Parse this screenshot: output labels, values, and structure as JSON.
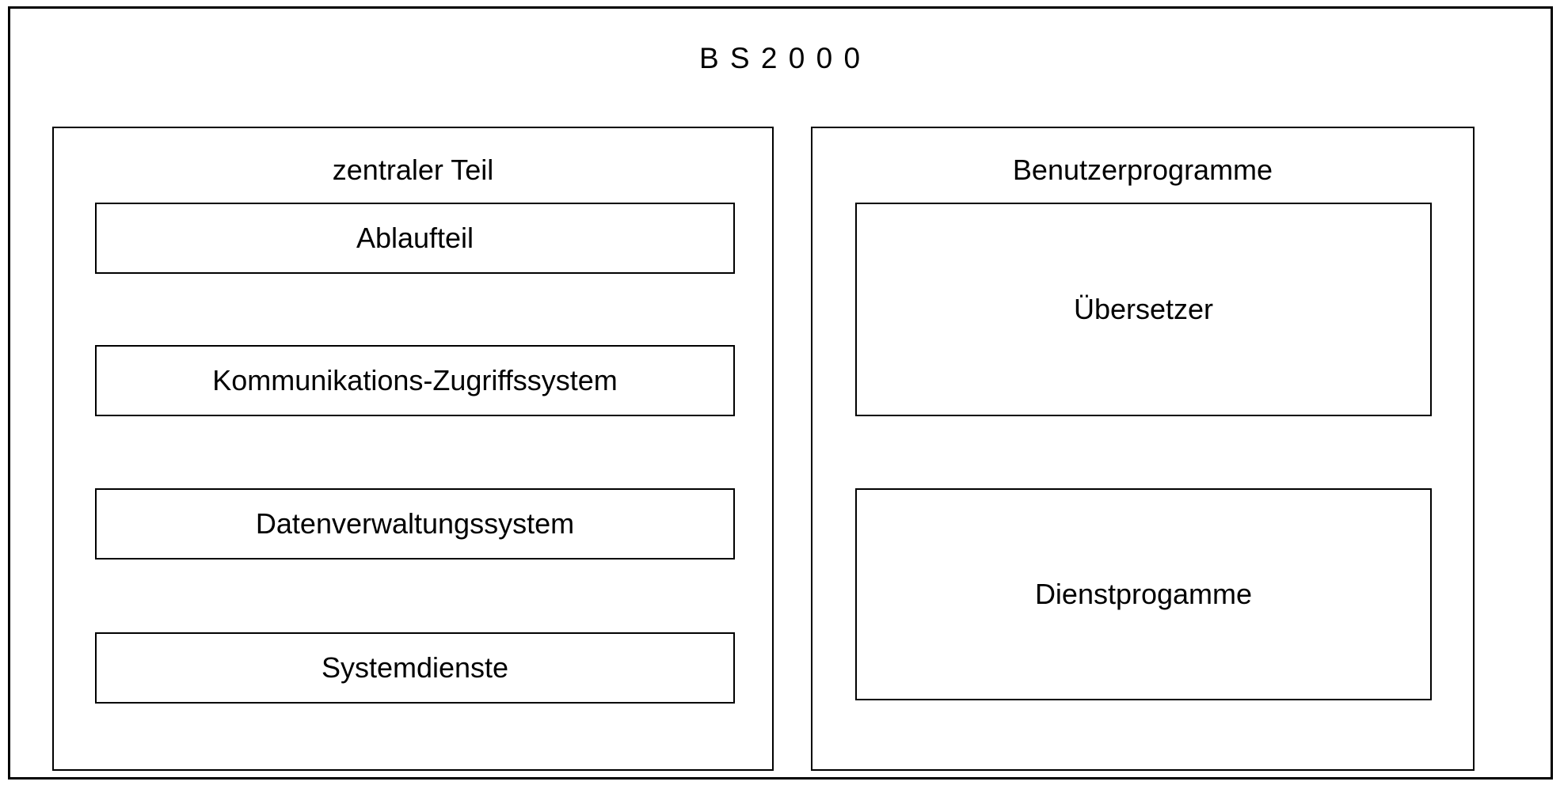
{
  "diagram": {
    "title": "B S 2 0 0 0",
    "left_group": {
      "label": "zentraler Teil",
      "boxes": [
        "Ablaufteil",
        "Kommunikations-Zugriffssystem",
        "Datenverwaltungssystem",
        "Systemdienste"
      ]
    },
    "right_group": {
      "label": "Benutzerprogramme",
      "boxes": [
        "Übersetzer",
        "Dienstprogamme"
      ]
    },
    "colors": {
      "border": "#000000",
      "background": "#ffffff",
      "text": "#000000"
    }
  }
}
